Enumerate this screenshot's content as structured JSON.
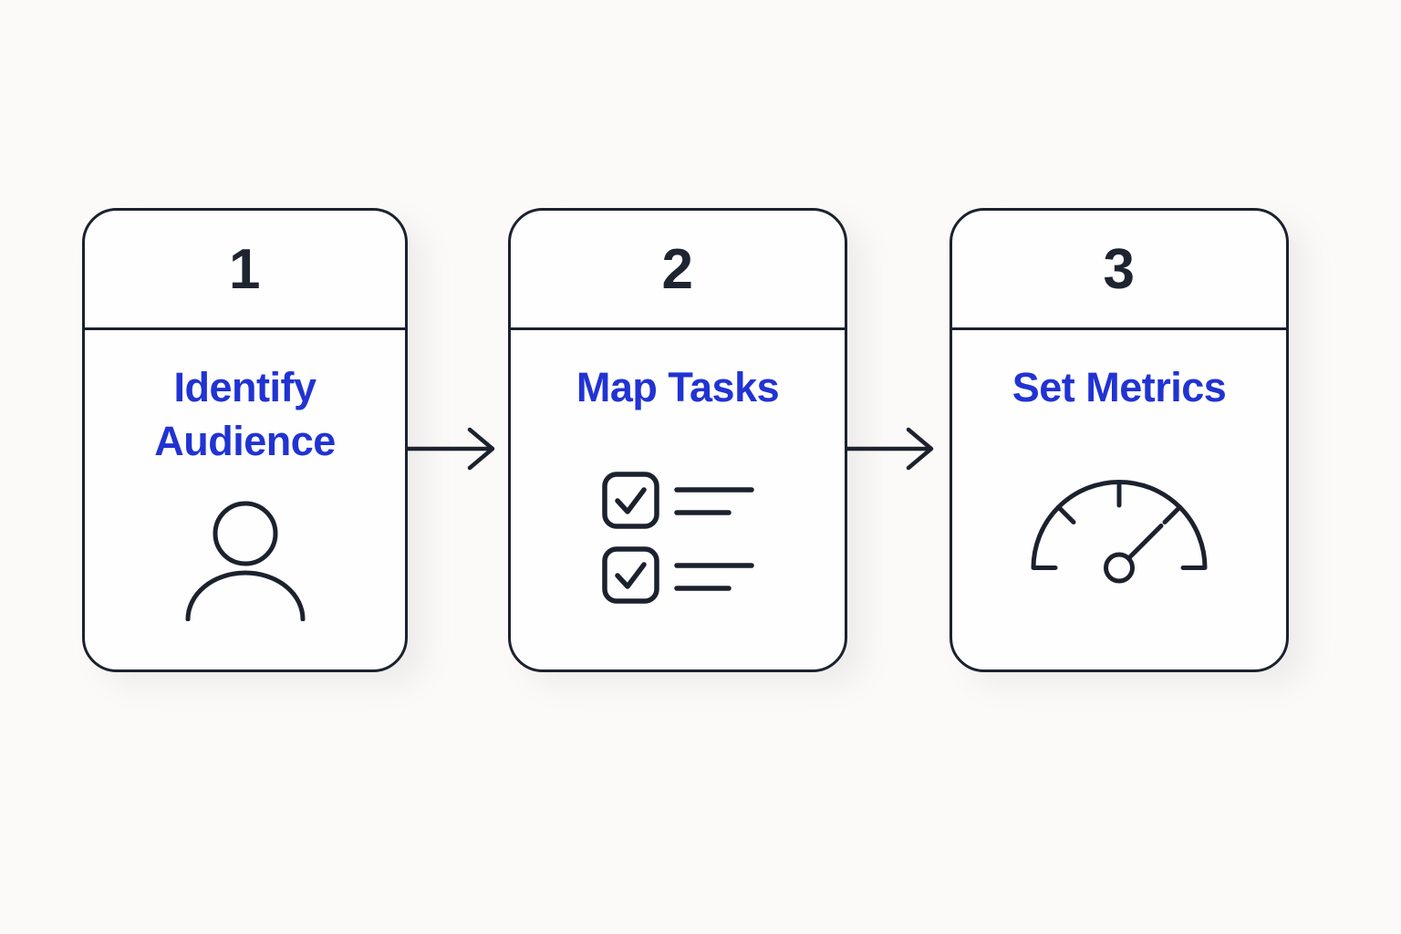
{
  "page": {
    "background_color": "#fbfaf8"
  },
  "diagram": {
    "type": "flow",
    "direction": "left-to-right",
    "connector_style": "arrow-right",
    "colors": {
      "ink": "#1c212e",
      "accent_blue": "#2133d2",
      "card_background": "#fefefe"
    },
    "steps": [
      {
        "number": "1",
        "title": "Identify Audience",
        "icon": "person-icon"
      },
      {
        "number": "2",
        "title": "Map Tasks",
        "icon": "checklist-icon"
      },
      {
        "number": "3",
        "title": "Set Metrics",
        "icon": "gauge-icon"
      }
    ]
  }
}
